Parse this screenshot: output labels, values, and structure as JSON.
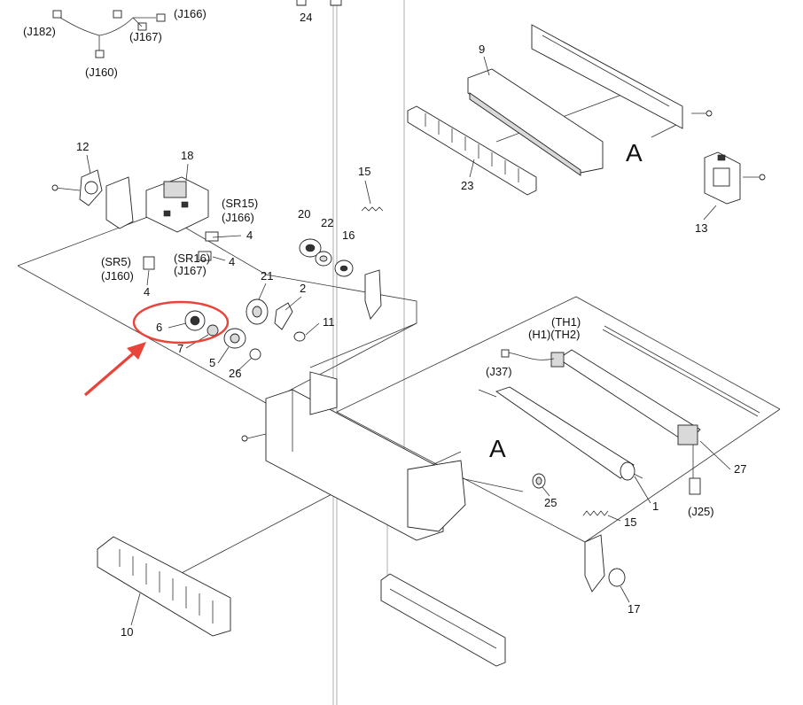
{
  "labels": {
    "p1": "1",
    "p2": "2",
    "p4a": "4",
    "p4b": "4",
    "p4c": "4",
    "p5": "5",
    "p6": "6",
    "p7": "7",
    "p9": "9",
    "p10": "10",
    "p11": "11",
    "p12": "12",
    "p13": "13",
    "p15a": "15",
    "p15b": "15",
    "p16": "16",
    "p17": "17",
    "p18": "18",
    "p20": "20",
    "p21": "21",
    "p22": "22",
    "p23": "23",
    "p24": "24",
    "p25": "25",
    "p26": "26",
    "p27": "27",
    "j166": "(J166)",
    "j182": "(J182)",
    "j167": "(J167)",
    "j160": "(J160)",
    "sr15": "(SR15)",
    "j166b": "(J166)",
    "sr16": "(SR16)",
    "j167b": "(J167)",
    "sr5": "(SR5)",
    "j160b": "(J160)",
    "th1": "(TH1)",
    "h1th2": "(H1)(TH2)",
    "j37": "(J37)",
    "j25": "(J25)",
    "refA1": "A",
    "refA2": "A"
  },
  "colors": {
    "highlight": "#e8443a",
    "ink": "#222222"
  },
  "icons": {
    "pointer": "arrow-pointer-icon"
  }
}
